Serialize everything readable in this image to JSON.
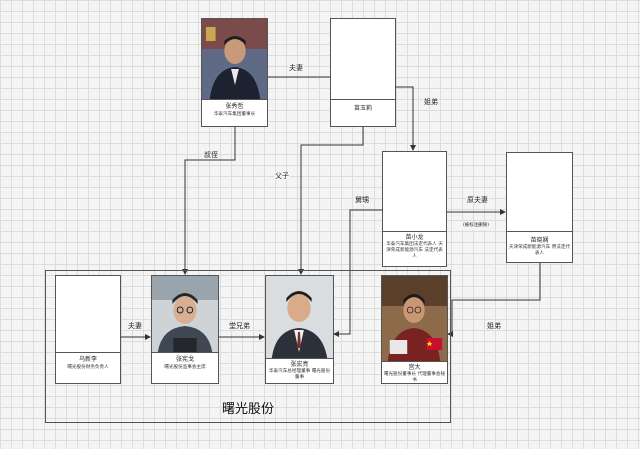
{
  "diagram": {
    "group": {
      "title": "曙光股份"
    },
    "nodes": {
      "zhang_xiuzhe": {
        "name": "张秀哲",
        "role": "华泰汽车集团董事长"
      },
      "su_yuli": {
        "name": "苗玉莉",
        "role": ""
      },
      "su_xiaolong": {
        "name": "苗小龙",
        "role": "华泰汽车集团法定代表人 天津荣成新能源汽车 法定代表人"
      },
      "su_xiaoxian": {
        "name": "苗晓娴",
        "role": "天津荣成新能源汽车 原法定代表人",
        "note": "(被标注删除)"
      },
      "wu_xinli": {
        "name": "乌新李",
        "role": "曙光股份财务负责人"
      },
      "zhang_ke": {
        "name": "张宪戈",
        "role": "曙光股份监事会主席"
      },
      "zhang_hongliang": {
        "name": "张宏亮",
        "role": "华泰汽车总经理董事 曙光股份董事"
      },
      "gong_da": {
        "name": "宫大",
        "role": "曙光股份董事长 代理董事会秘书"
      }
    },
    "edges": {
      "couple_top": "夫妻",
      "uncle_nephew": "叔侄",
      "father_son": "父子",
      "siblings_top": "姐弟",
      "cousins": "舅甥",
      "ex_couple": "原夫妻",
      "couple_group": "夫妻",
      "brothers": "堂兄弟",
      "siblings_right": "姐弟"
    }
  }
}
